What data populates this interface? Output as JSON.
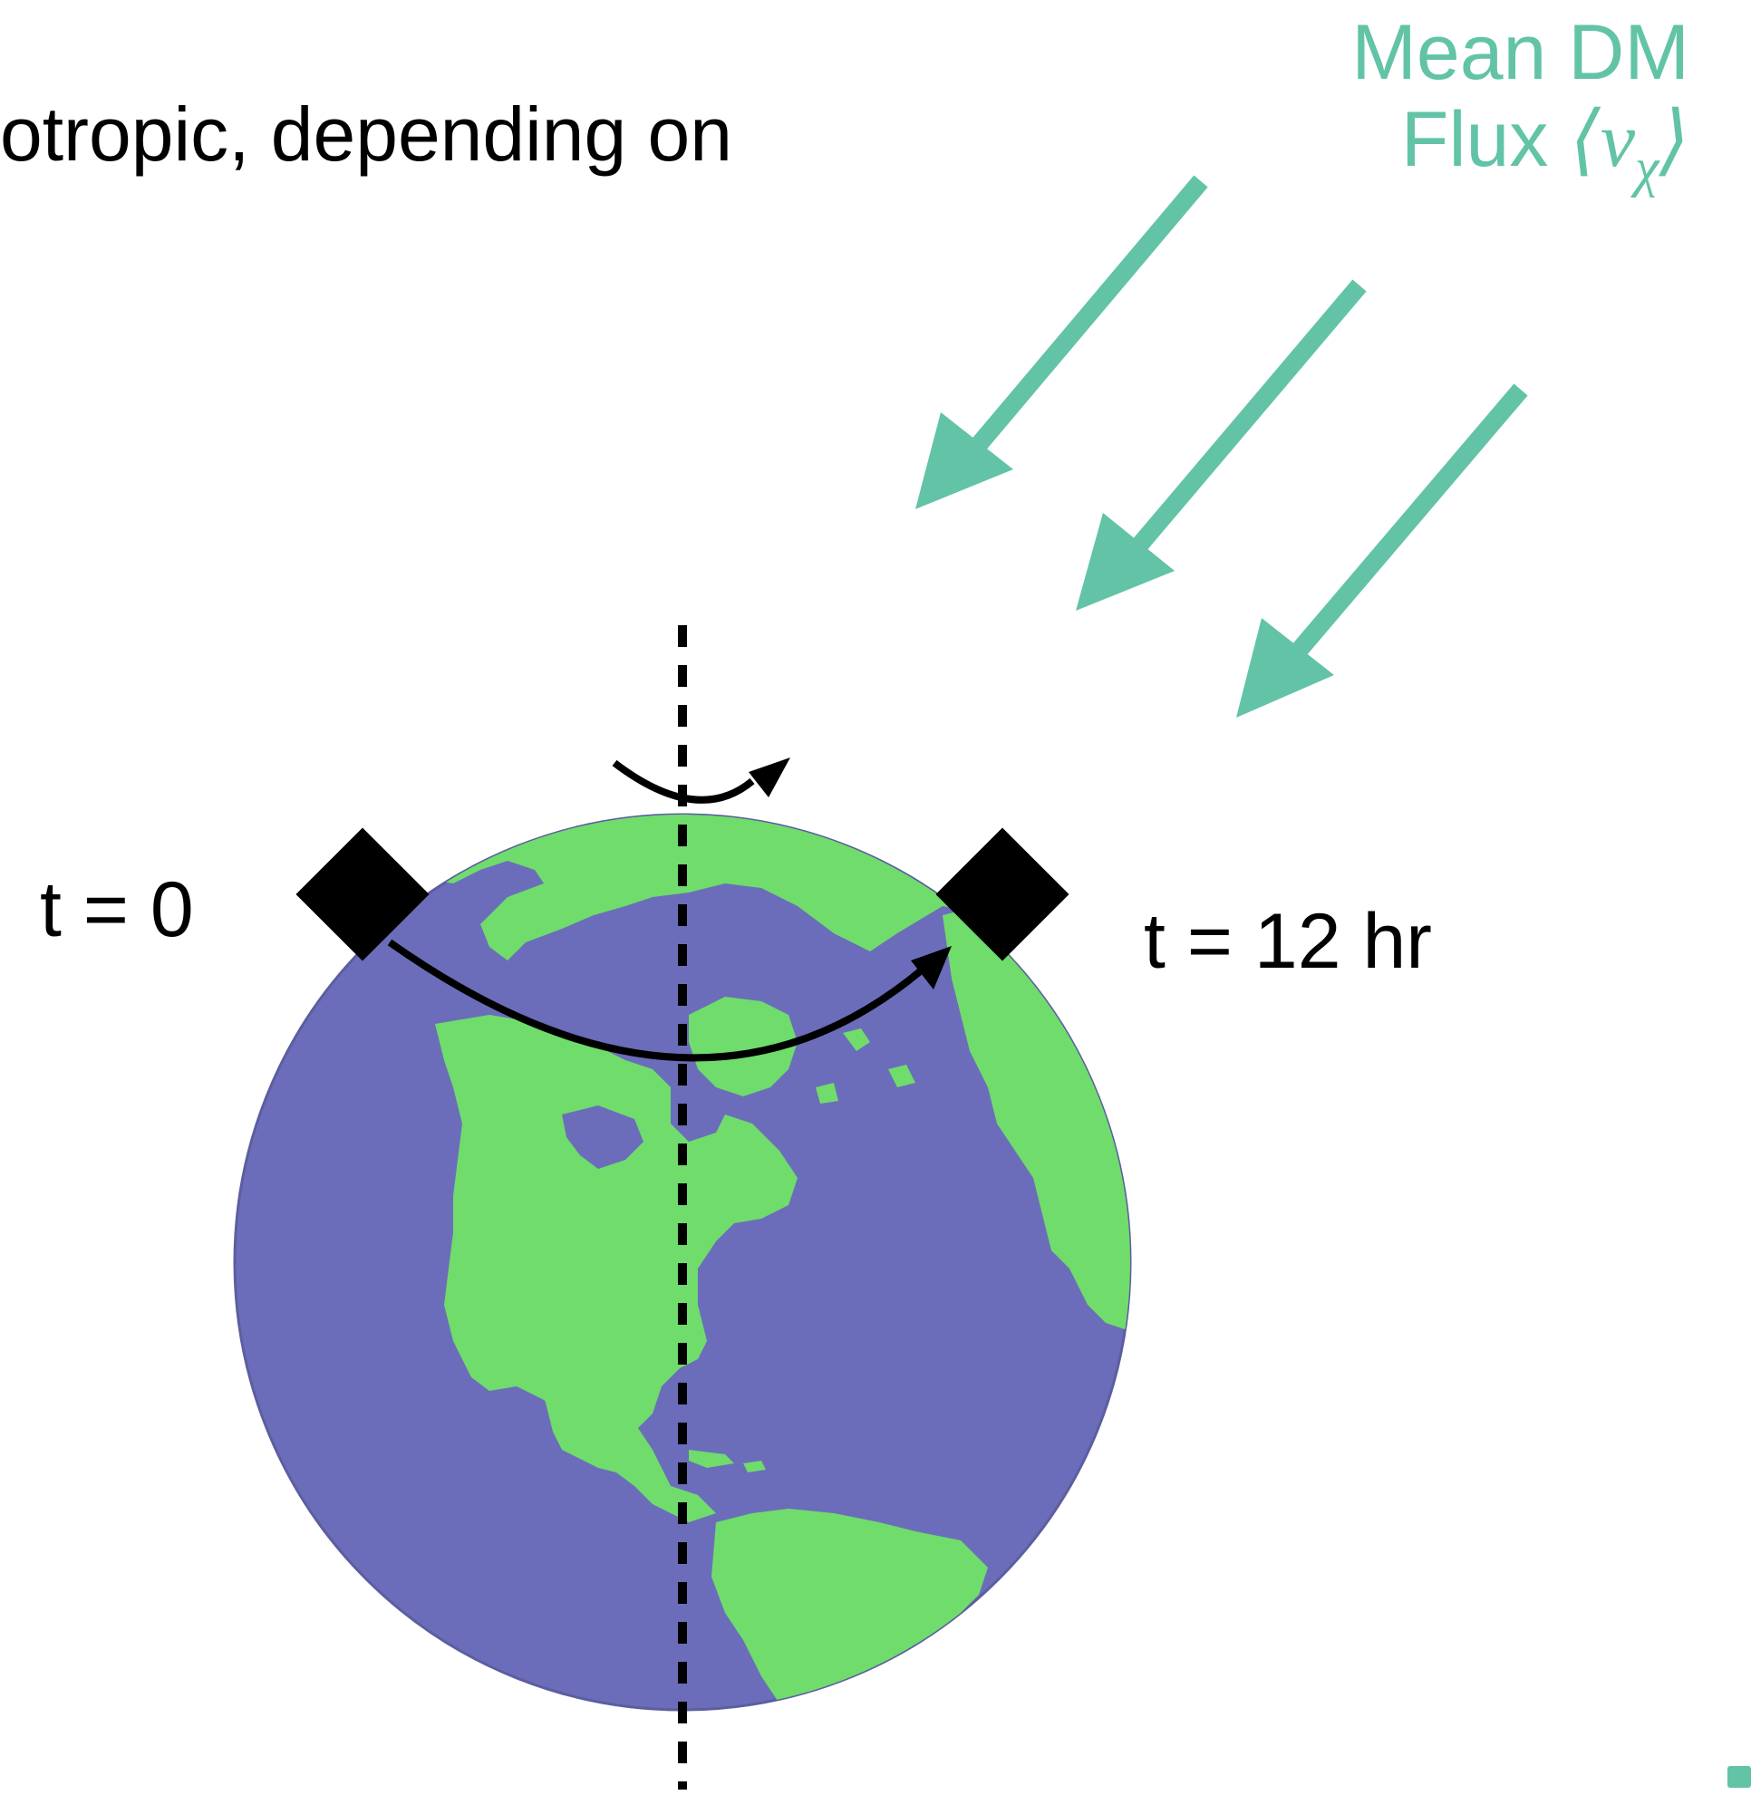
{
  "header": {
    "text": "otropic, depending on"
  },
  "flux_label": {
    "line1": "Mean DM",
    "line2_prefix": "Flux ",
    "symbol_open": "⟨",
    "symbol_var": "v",
    "symbol_sub": "χ",
    "symbol_close": "⟩"
  },
  "detector_labels": {
    "start": "t = 0",
    "end": "t = 12 hr"
  },
  "colors": {
    "flux": "#62C3A7",
    "ocean": "#6B6DBA",
    "land": "#6FDC6C",
    "axis": "#000000",
    "detector": "#000000",
    "text": "#000000"
  },
  "icons": {
    "earth": "earth-globe-icon",
    "detector": "detector-square-icon",
    "rotation": "rotation-arrow-icon",
    "flux": "flux-arrow-icon"
  }
}
